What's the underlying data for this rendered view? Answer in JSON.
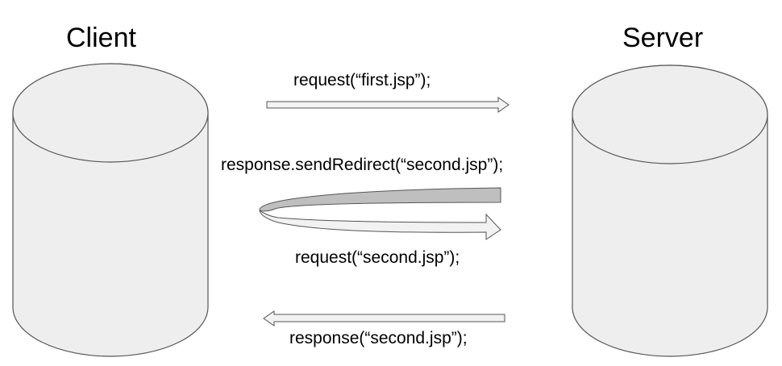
{
  "nodes": {
    "client": {
      "label": "Client"
    },
    "server": {
      "label": "Server"
    }
  },
  "edges": [
    {
      "id": "request-first",
      "label": "request(“first.jsp”);",
      "direction": "client-to-server"
    },
    {
      "id": "redirect",
      "label": "response.sendRedirect(“second.jsp”);",
      "direction": "server-to-client-u-turn"
    },
    {
      "id": "request-second",
      "label": "request(“second.jsp”);",
      "direction": "client-to-server"
    },
    {
      "id": "response-second",
      "label": "response(“second.jsp”);",
      "direction": "server-to-client"
    }
  ],
  "colors": {
    "cylinder_fill": "#eeeeee",
    "cylinder_stroke": "#555555",
    "arrow_fill": "#f2f2f2",
    "u_turn_back": "#bfbfbf",
    "text": "#000000"
  }
}
